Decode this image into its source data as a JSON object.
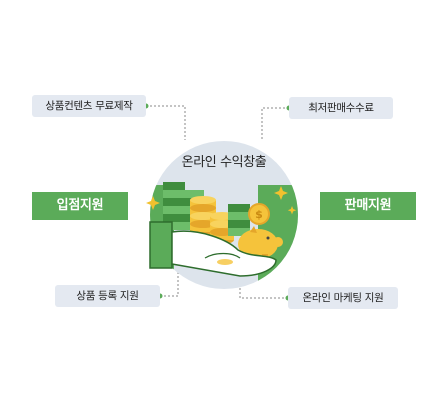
{
  "diagram": {
    "title": "온라인 수익창출",
    "left_box": "입점지원",
    "right_box": "판매지원",
    "labels": {
      "top_left": "상품컨텐츠 무료제작",
      "top_right": "최저판매수수료",
      "bottom_left": "상품 등록 지원",
      "bottom_right": "온라인 마케팅 지원"
    }
  },
  "colors": {
    "green": "#5bab59",
    "pill": "#e4e9f1",
    "coin": "#f5c33b",
    "hand": "#ffffff",
    "circle_bg": "#dde4ec",
    "line": "#7a7a7a"
  },
  "icons": [
    "money-stack-icon",
    "coin-stack-icon",
    "piggy-bank-icon",
    "dollar-coin-icon",
    "hand-icon",
    "sparkle-icon"
  ]
}
